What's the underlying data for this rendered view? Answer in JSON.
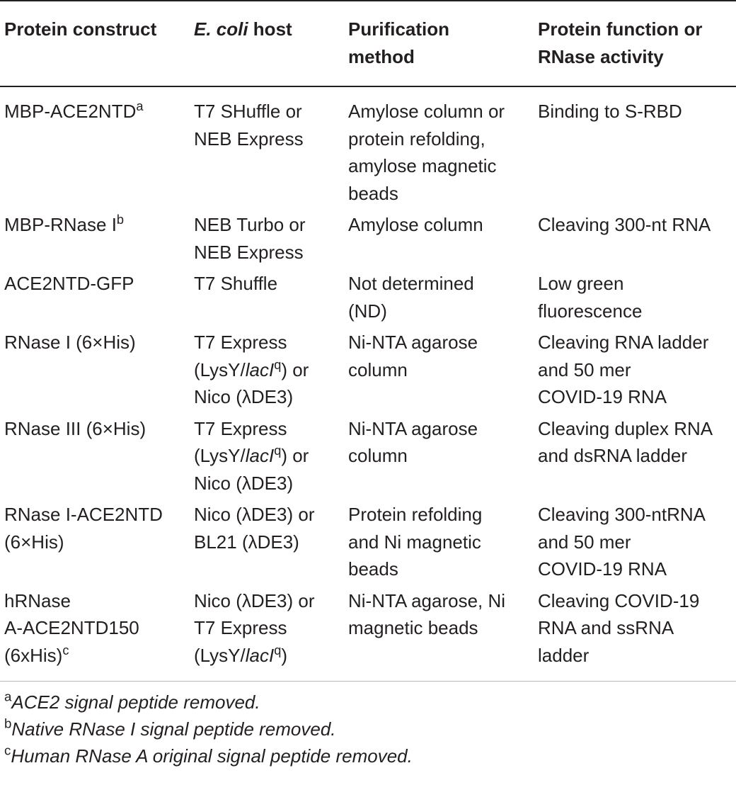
{
  "table": {
    "headers": {
      "construct_line1": "Protein construct",
      "host_italic": "E. coli",
      "host_rest": " host",
      "method_line1": "Purification",
      "method_line2": "method",
      "function_line1": "Protein function or",
      "function_line2": "RNase activity"
    },
    "rows": [
      {
        "construct": {
          "l1": "MBP-ACE2NTD",
          "sup": "a"
        },
        "host": {
          "l1": "T7 SHuffle or",
          "l2": "NEB Express"
        },
        "method": {
          "l1": "Amylose column or",
          "l2": "protein refolding,",
          "l3": "amylose magnetic",
          "l4": "beads"
        },
        "function": {
          "l1": "Binding to S-RBD"
        }
      },
      {
        "construct": {
          "l1": "MBP-RNase I",
          "sup": "b"
        },
        "host": {
          "l1": "NEB Turbo or",
          "l2": "NEB Express"
        },
        "method": {
          "l1": "Amylose column"
        },
        "function": {
          "l1": "Cleaving 300-nt RNA"
        }
      },
      {
        "construct": {
          "l1": "ACE2NTD-GFP"
        },
        "host": {
          "l1": "T7 Shuffle"
        },
        "method": {
          "l1": "Not determined",
          "l2": "(ND)"
        },
        "function": {
          "l1": "Low green",
          "l2": "fluorescence"
        }
      },
      {
        "construct": {
          "l1": "RNase I (6×His)"
        },
        "host": {
          "l1": "T7 Express",
          "l2_pre": "(LysY/",
          "l2_it": "lacI",
          "l2_sup": "q",
          "l2_post": ") or",
          "l3": "Nico (λDE3)"
        },
        "method": {
          "l1": "Ni-NTA agarose",
          "l2": "column"
        },
        "function": {
          "l1": "Cleaving RNA ladder",
          "l2": "and 50 mer",
          "l3": "COVID-19 RNA"
        }
      },
      {
        "construct": {
          "l1": "RNase III (6×His)"
        },
        "host": {
          "l1": "T7 Express",
          "l2_pre": "(LysY/",
          "l2_it": "lacI",
          "l2_sup": "q",
          "l2_post": ") or",
          "l3": "Nico (λDE3)"
        },
        "method": {
          "l1": "Ni-NTA agarose",
          "l2": "column"
        },
        "function": {
          "l1": "Cleaving duplex RNA",
          "l2": "and dsRNA ladder"
        }
      },
      {
        "construct": {
          "l1": "RNase I-ACE2NTD",
          "l2": "(6×His)"
        },
        "host": {
          "l1": "Nico (λDE3) or",
          "l2": "BL21 (λDE3)"
        },
        "method": {
          "l1": "Protein refolding",
          "l2": "and Ni magnetic",
          "l3": "beads"
        },
        "function": {
          "l1": "Cleaving 300-ntRNA",
          "l2": "and 50 mer",
          "l3": "COVID-19 RNA"
        }
      },
      {
        "construct": {
          "l1": "hRNase",
          "l2": "A-ACE2NTD150",
          "l3": "(6xHis)",
          "sup": "c"
        },
        "host": {
          "l1": "Nico (λDE3) or",
          "l2": "T7 Express",
          "l3_pre": "(LysY/",
          "l3_it": "lacI",
          "l3_sup": "q",
          "l3_post": ")"
        },
        "method": {
          "l1": "Ni-NTA agarose, Ni",
          "l2": "magnetic beads"
        },
        "function": {
          "l1": "Cleaving COVID-19",
          "l2": "RNA and ssRNA",
          "l3": "ladder"
        }
      }
    ]
  },
  "footnotes": [
    {
      "mark": "a",
      "text": "ACE2 signal peptide removed."
    },
    {
      "mark": "b",
      "text": "Native RNase I signal peptide removed."
    },
    {
      "mark": "c",
      "text": "Human RNase A original signal peptide removed."
    }
  ]
}
